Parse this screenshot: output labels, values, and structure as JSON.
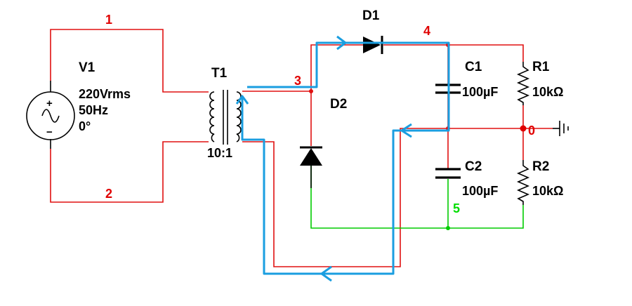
{
  "colors": {
    "wire_red": "#e01010",
    "wire_green": "#00cc00",
    "current_path": "#1a9ee0",
    "component": "#000000",
    "node_red": "#e00000",
    "node_green": "#00dd00"
  },
  "components": {
    "source": {
      "name": "V1",
      "voltage": "220Vrms",
      "frequency": "50Hz",
      "phase": "0°",
      "plus": "+",
      "minus": "−"
    },
    "transformer": {
      "name": "T1",
      "ratio": "10:1"
    },
    "diode1": {
      "name": "D1"
    },
    "diode2": {
      "name": "D2"
    },
    "cap1": {
      "name": "C1",
      "value": "100µF"
    },
    "cap2": {
      "name": "C2",
      "value": "100µF"
    },
    "res1": {
      "name": "R1",
      "value": "10kΩ"
    },
    "res2": {
      "name": "R2",
      "value": "10kΩ"
    }
  },
  "nodes": {
    "n0": "0",
    "n1": "1",
    "n2": "2",
    "n3": "3",
    "n4": "4",
    "n5": "5"
  }
}
